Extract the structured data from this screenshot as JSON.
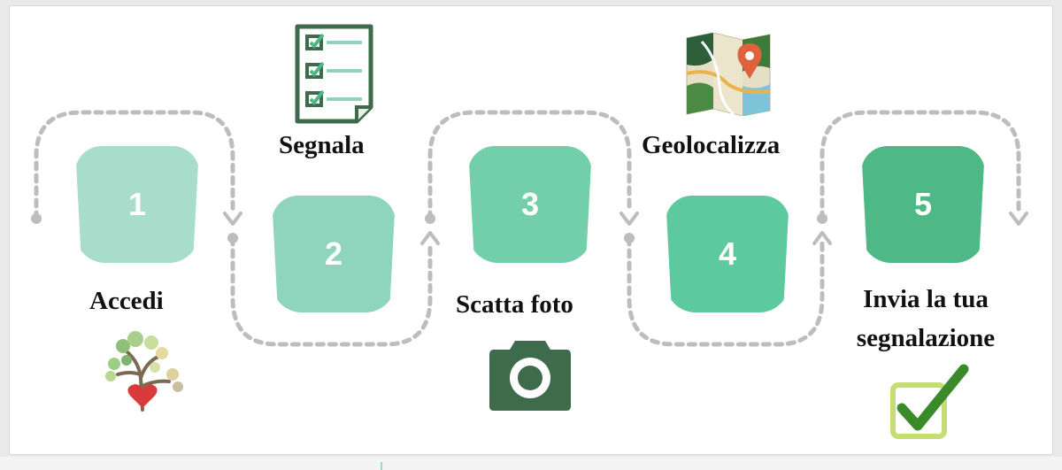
{
  "colors": {
    "path": "#bdbdbd",
    "step_1": "#a8dccb",
    "step_2": "#8fd5bd",
    "step_3": "#73cfab",
    "step_4": "#5dc99e",
    "step_5": "#4eb886",
    "icon_dark_green": "#3e6b4c"
  },
  "steps": [
    {
      "number": "1",
      "label": "Accedi",
      "icon": "tree-heart-icon"
    },
    {
      "number": "2",
      "label": "Segnala",
      "icon": "checklist-icon"
    },
    {
      "number": "3",
      "label": "Scatta foto",
      "icon": "camera-icon"
    },
    {
      "number": "4",
      "label": "Geolocalizza",
      "icon": "map-pin-icon"
    },
    {
      "number": "5",
      "label_line1": "Invia la tua",
      "label_line2": "segnalazione",
      "icon": "checkmark-icon"
    }
  ]
}
